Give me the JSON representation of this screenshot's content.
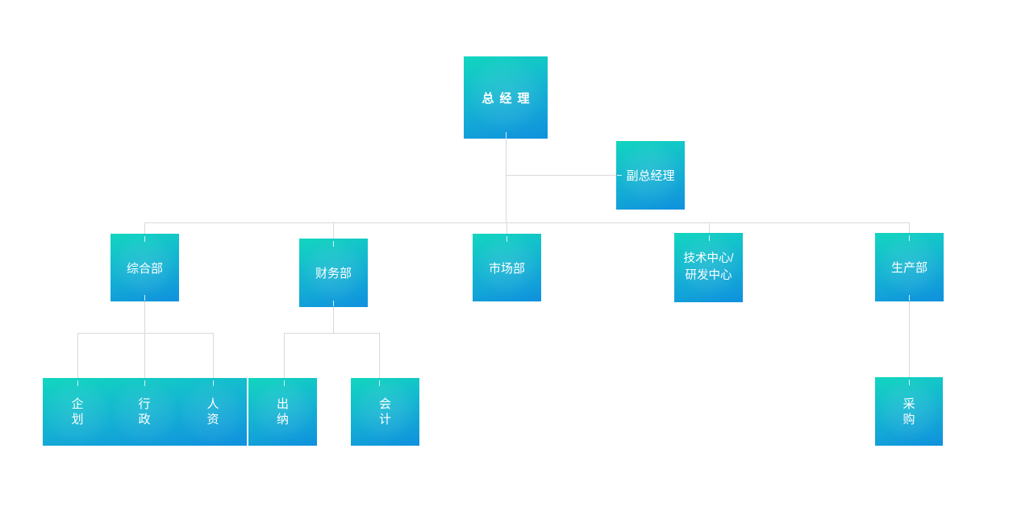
{
  "org_chart": {
    "nodes": {
      "general_manager": {
        "label": "总经理"
      },
      "deputy_general_manager": {
        "label": "副总经理"
      },
      "general_department": {
        "label": "综合部"
      },
      "finance_department": {
        "label": "财务部"
      },
      "marketing_department": {
        "label": "市场部"
      },
      "tech_rd_center": {
        "label": "技术中心/\n研发中心"
      },
      "production_department": {
        "label": "生产部"
      },
      "planning": {
        "label": "企\n划"
      },
      "administration": {
        "label": "行\n政"
      },
      "human_resources": {
        "label": "人\n资"
      },
      "cashier": {
        "label": "出\n纳"
      },
      "accounting": {
        "label": "会\n计"
      },
      "procurement": {
        "label": "采\n购"
      }
    },
    "edges": [
      [
        "general_manager",
        "deputy_general_manager"
      ],
      [
        "general_manager",
        "general_department"
      ],
      [
        "general_manager",
        "finance_department"
      ],
      [
        "general_manager",
        "marketing_department"
      ],
      [
        "general_manager",
        "tech_rd_center"
      ],
      [
        "general_manager",
        "production_department"
      ],
      [
        "general_department",
        "planning"
      ],
      [
        "general_department",
        "administration"
      ],
      [
        "general_department",
        "human_resources"
      ],
      [
        "finance_department",
        "cashier"
      ],
      [
        "finance_department",
        "accounting"
      ],
      [
        "production_department",
        "procurement"
      ]
    ],
    "colors": {
      "node_gradient_top": "#12d6bf",
      "node_gradient_bottom": "#1090de",
      "connector_line": "#d9d9d9",
      "node_text": "#ffffff",
      "background": "#ffffff"
    }
  }
}
